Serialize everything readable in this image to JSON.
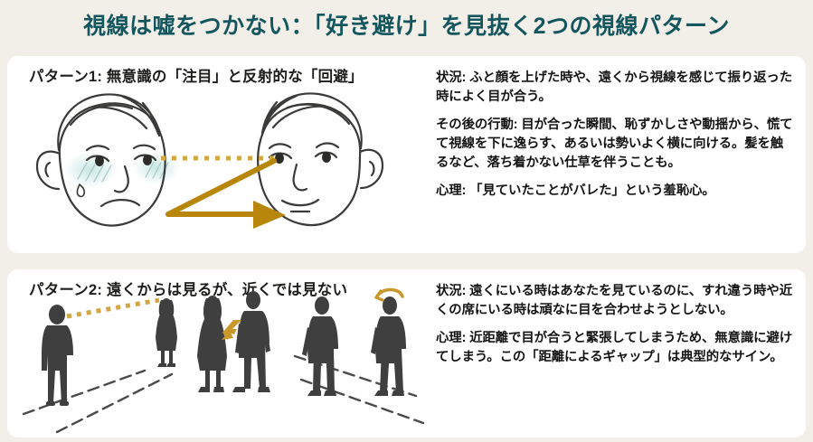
{
  "header": {
    "title": "視線は嘘をつかない：「好き避け」を見抜く2つの視線パターン",
    "title_color": "#14565e"
  },
  "theme": {
    "page_background": "#f2efe9",
    "card_background": "#ffffff",
    "accent_gold": "#b8860b",
    "ink": "#141414",
    "silhouette": "#3f3f3f",
    "blush": "#cde8e4"
  },
  "panels": [
    {
      "id": "pattern-1",
      "heading": "パターン1: 無意識の「注目」と反射的な「回避」",
      "illustration": {
        "name": "two-faces-eye-contact",
        "elements": [
          "blushing-face-left",
          "calm-face-right",
          "dotted-gaze-line",
          "gold-arrow-away"
        ]
      },
      "paragraphs": [
        {
          "label": "状況:",
          "text": " ふと顔を上げた時や、遠くから視線を感じて振り返った時によく目が合う。"
        },
        {
          "label": "その後の行動:",
          "text": " 目が合った瞬間、恥ずかしさや動揺から、慌てて視線を下に逸らす、あるいは勢いよく横に向ける。髪を触るなど、落ち着かない仕草を伴うことも。"
        },
        {
          "label": "心理:",
          "text": " 「見ていたことがバレた」という羞恥心。"
        }
      ]
    },
    {
      "id": "pattern-2",
      "heading": "パターン2: 遠くからは見るが、近くでは見ない",
      "illustration": {
        "name": "silhouette-distance-scenes",
        "elements": [
          "far-gaze-scene",
          "passing-by-scene",
          "walking-away-scene"
        ]
      },
      "paragraphs": [
        {
          "label": "状況:",
          "text": " 遠くにいる時はあなたを見ているのに、すれ違う時や近くの席にいる時は頑なに目を合わせようとしない。"
        },
        {
          "label": "心理:",
          "text": " 近距離で目が合うと緊張してしまうため、無意識に避けてしまう。この「距離によるギャップ」は典型的なサイン。"
        }
      ]
    }
  ]
}
